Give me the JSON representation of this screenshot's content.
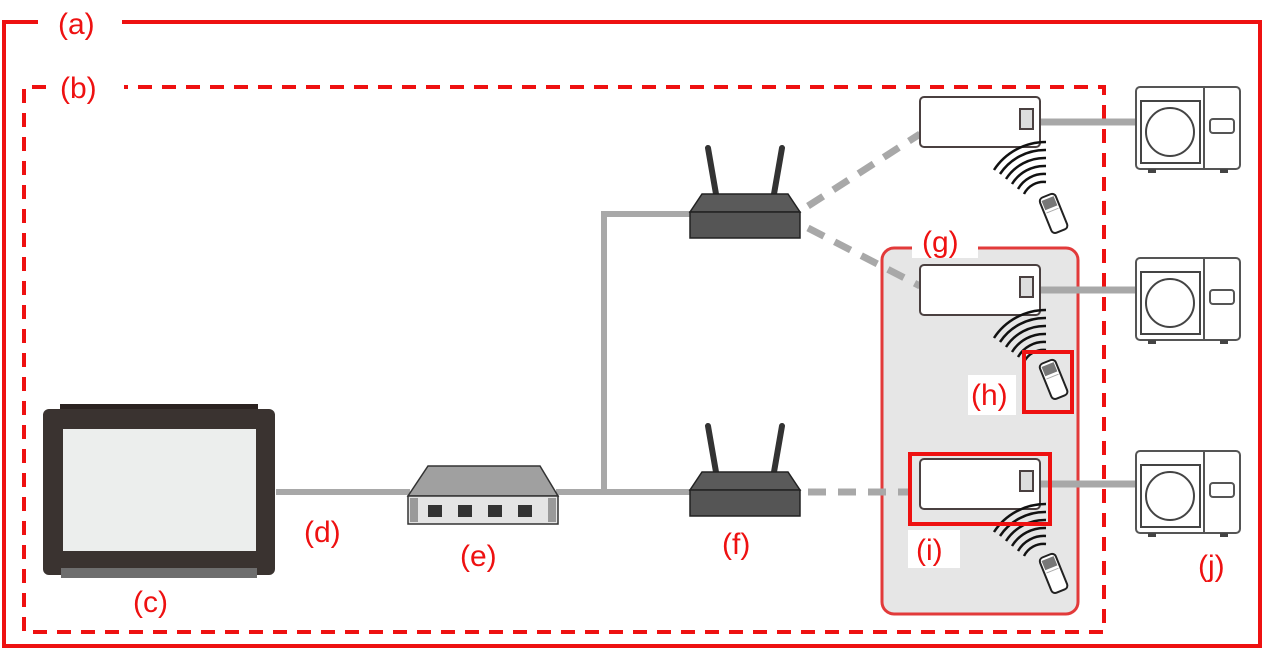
{
  "colors": {
    "boundary_red": "#ee1111",
    "cable_gray": "#a8a8a8",
    "device_dark": "#3a3a3a",
    "group_fill": "#e6e6e6"
  },
  "labels": {
    "a": "(a)",
    "b": "(b)",
    "c": "(c)",
    "d": "(d)",
    "e": "(e)",
    "f": "(f)",
    "g": "(g)",
    "h": "(h)",
    "i": "(i)",
    "j": "(j)"
  },
  "components": [
    {
      "key": "a",
      "name": "outer-system-boundary"
    },
    {
      "key": "b",
      "name": "network-boundary"
    },
    {
      "key": "c",
      "name": "touch-panel-display"
    },
    {
      "key": "d",
      "name": "lan-cable"
    },
    {
      "key": "e",
      "name": "network-switch-hub"
    },
    {
      "key": "f",
      "name": "wireless-router"
    },
    {
      "key": "g",
      "name": "indoor-unit-group"
    },
    {
      "key": "h",
      "name": "remote-controller"
    },
    {
      "key": "i",
      "name": "indoor-unit"
    },
    {
      "key": "j",
      "name": "outdoor-unit"
    }
  ]
}
